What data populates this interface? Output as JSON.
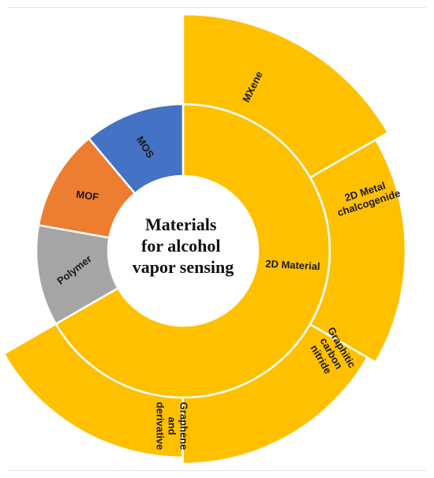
{
  "colors": {
    "gold": "#FFC000",
    "blue": "#4472C4",
    "orange": "#ED7D31",
    "gray": "#A5A5A5",
    "separator": "#ffffff",
    "center_fill": "#ffffff"
  },
  "chart_data": {
    "type": "sunburst",
    "title": "",
    "center_label": [
      "Materials",
      "for alcohol",
      "vapor sensing"
    ],
    "inner_ring": [
      {
        "name": "2D Material",
        "lines": [
          "2D Material"
        ],
        "share": 0.667,
        "color_key": "gold"
      },
      {
        "name": "Polymer",
        "lines": [
          "Polymer"
        ],
        "share": 0.111,
        "color_key": "gray"
      },
      {
        "name": "MOF",
        "lines": [
          "MOF"
        ],
        "share": 0.111,
        "color_key": "orange"
      },
      {
        "name": "MOS",
        "lines": [
          "MOS"
        ],
        "share": 0.111,
        "color_key": "blue"
      }
    ],
    "outer_ring": {
      "parent": "2D Material",
      "segments": [
        {
          "name": "MXene",
          "lines": [
            "MXene"
          ],
          "share": 0.1667,
          "color_key": "gold"
        },
        {
          "name": "2D Metal chalcogenide",
          "lines": [
            "2D Metal",
            "chalcogenide"
          ],
          "share": 0.1667,
          "color_key": "gold"
        },
        {
          "name": "Graphitic carbon nitride",
          "lines": [
            "Graphitic",
            "carbon",
            "nitride"
          ],
          "share": 0.1667,
          "color_key": "gold"
        },
        {
          "name": "Graphene and derivative",
          "lines": [
            "Graphene",
            "and",
            "derivative"
          ],
          "share": 0.1667,
          "color_key": "gold"
        }
      ]
    }
  }
}
